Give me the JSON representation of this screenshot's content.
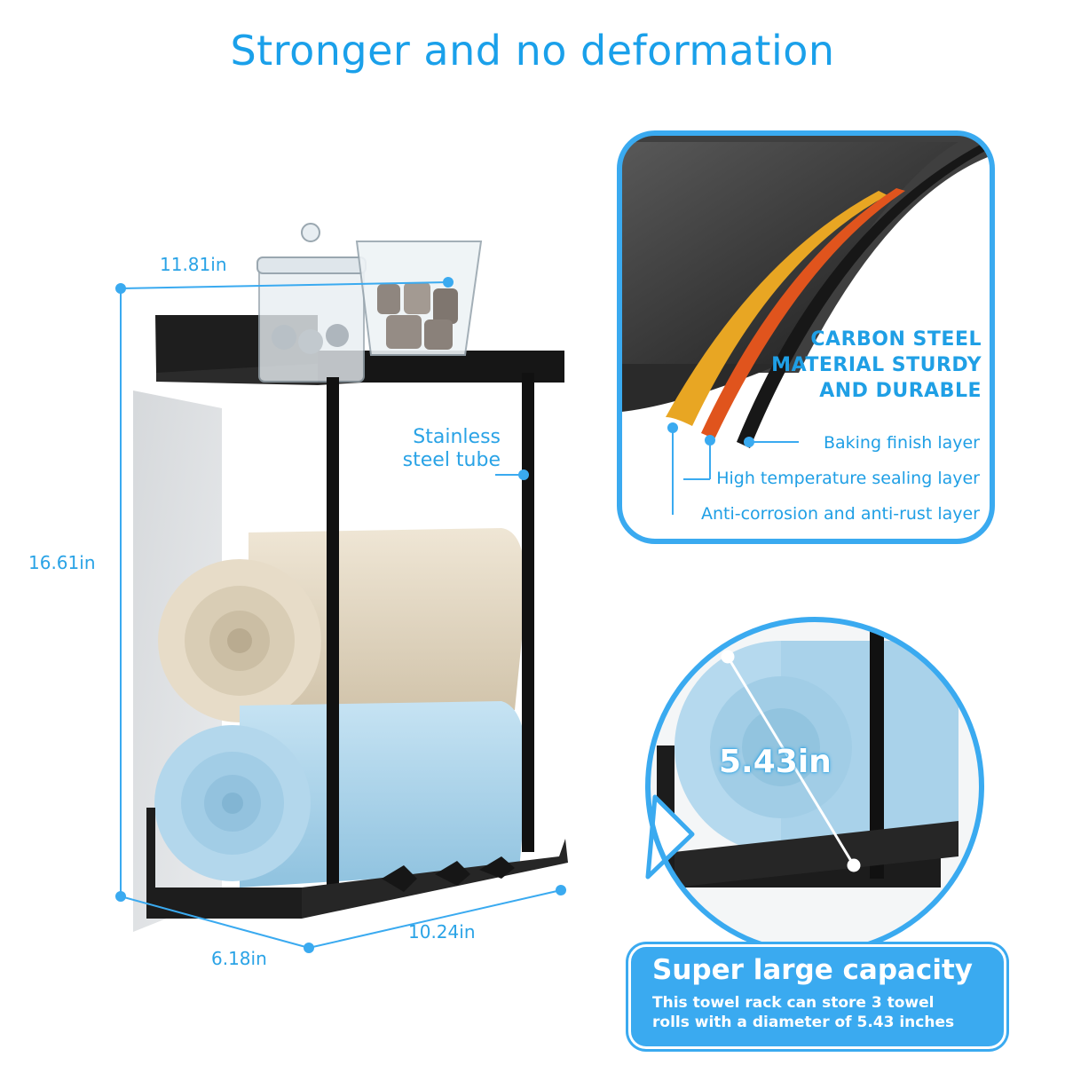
{
  "title": "Stronger and no deformation",
  "dimensions": {
    "width_top": "11.81in",
    "height": "16.61in",
    "depth": "6.18in",
    "width_bottom": "10.24in"
  },
  "tube_label": {
    "line1": "Stainless",
    "line2": "steel tube"
  },
  "material_callout": {
    "line1": "CARBON STEEL",
    "line2": "MATERIAL STURDY",
    "line3": "AND DURABLE",
    "layers": [
      "Baking finish layer",
      "High temperature sealing layer",
      "Anti-corrosion and anti-rust layer"
    ]
  },
  "towel_diameter": "5.43in",
  "capacity": {
    "title": "Super large capacity",
    "line1": "This towel rack can store 3 towel",
    "line2": "rolls with a diameter of 5.43 inches"
  },
  "colors": {
    "accent": "#1aa0ea",
    "rack": "#1c1c1e",
    "towel_beige": "#e3d8c3",
    "towel_blue": "#a9d2ea"
  }
}
